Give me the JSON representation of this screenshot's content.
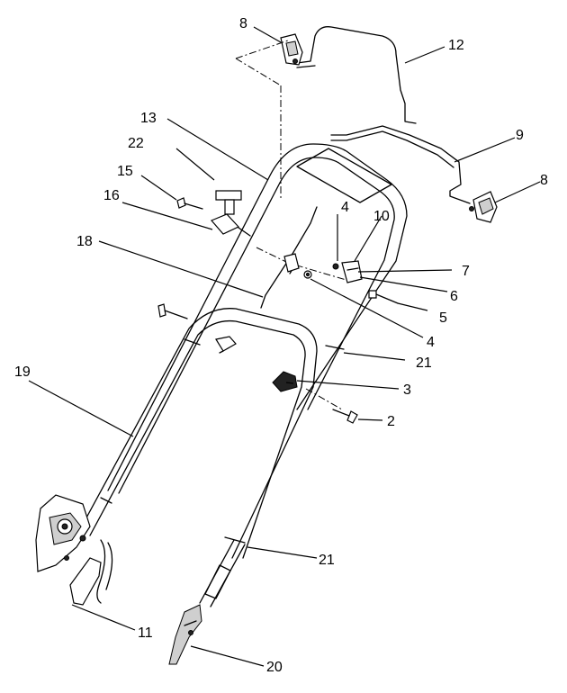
{
  "callouts": [
    {
      "id": "8a",
      "text": "8"
    },
    {
      "id": "12",
      "text": "12"
    },
    {
      "id": "13",
      "text": "13"
    },
    {
      "id": "9",
      "text": "9"
    },
    {
      "id": "22",
      "text": "22"
    },
    {
      "id": "8b",
      "text": "8"
    },
    {
      "id": "15",
      "text": "15"
    },
    {
      "id": "4a",
      "text": "4"
    },
    {
      "id": "10",
      "text": "10"
    },
    {
      "id": "16",
      "text": "16"
    },
    {
      "id": "18",
      "text": "18"
    },
    {
      "id": "7",
      "text": "7"
    },
    {
      "id": "6",
      "text": "6"
    },
    {
      "id": "5",
      "text": "5"
    },
    {
      "id": "4b",
      "text": "4"
    },
    {
      "id": "21a",
      "text": "21"
    },
    {
      "id": "19",
      "text": "19"
    },
    {
      "id": "3",
      "text": "3"
    },
    {
      "id": "2",
      "text": "2"
    },
    {
      "id": "21b",
      "text": "21"
    },
    {
      "id": "11",
      "text": "11"
    },
    {
      "id": "20",
      "text": "20"
    }
  ]
}
